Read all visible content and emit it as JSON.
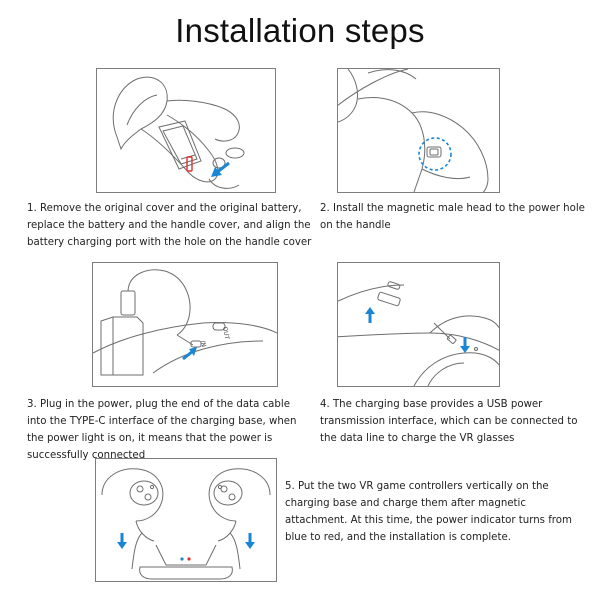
{
  "page": {
    "title": "Installation steps"
  },
  "colors": {
    "arrow": "#1a86d6",
    "line": "#6e6e6e",
    "dash": "#1a86d6",
    "red": "#e03030"
  },
  "steps": [
    {
      "number": "1",
      "caption": "1. Remove the original cover and the original battery, replace the battery and the handle cover, and align the battery charging port with the hole on the handle cover"
    },
    {
      "number": "2",
      "caption": "2. Install the magnetic male head to the power hole on the handle"
    },
    {
      "number": "3",
      "caption": "3. Plug in the power, plug the end of the data cable into the TYPE-C interface of the charging base, when the power light is on, it means that the power is successfully connected",
      "labels": {
        "in": "IN",
        "out": "OUT"
      }
    },
    {
      "number": "4",
      "caption": "4. The charging base provides a USB power transmission interface, which can be connected to the data line to charge the VR glasses"
    },
    {
      "number": "5",
      "caption": "5. Put the two VR game controllers vertically on the charging base and charge them after magnetic attachment. At this time, the power indicator turns from blue to red, and the installation is complete."
    }
  ]
}
